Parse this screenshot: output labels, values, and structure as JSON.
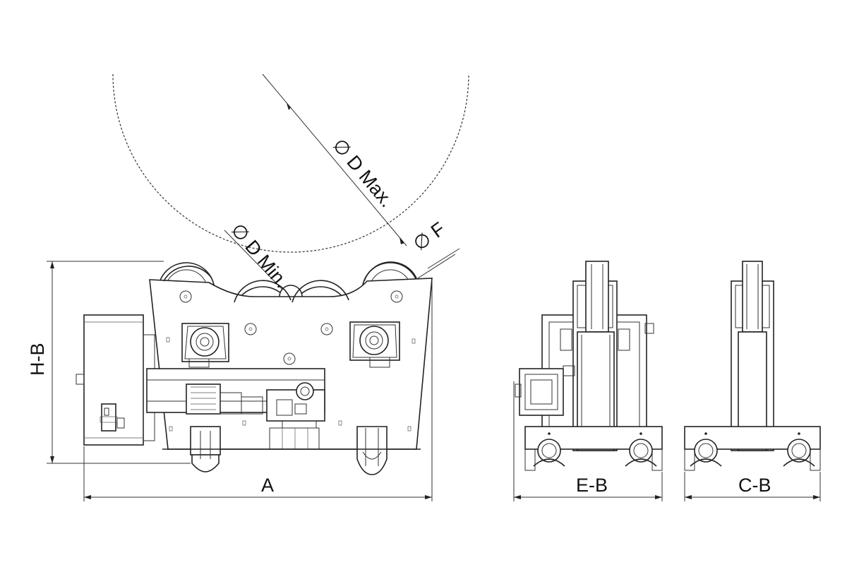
{
  "labels": {
    "d_max": "∅ D Max.",
    "d_min": "∅ D Min.",
    "f": "∅ F",
    "h_b": "H-B",
    "a": "A",
    "e_b": "E-B",
    "c_b": "C-B"
  },
  "colors": {
    "line": "#222222",
    "background": "#ffffff"
  }
}
